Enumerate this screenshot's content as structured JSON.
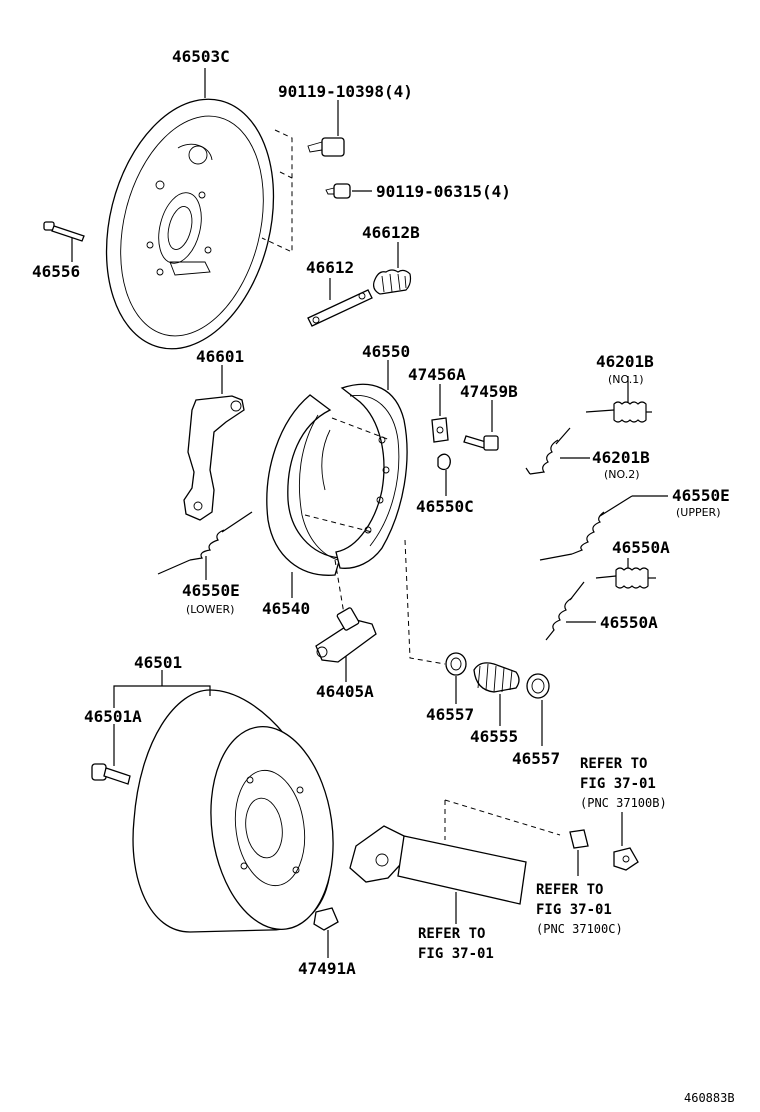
{
  "labels": {
    "p46503C": "46503C",
    "p90119_10398": "90119-10398(4)",
    "p90119_06315": "90119-06315(4)",
    "p46556": "46556",
    "p46612B": "46612B",
    "p46612": "46612",
    "p46601": "46601",
    "p46550": "46550",
    "p47456A": "47456A",
    "p47459B": "47459B",
    "p46201B_1": "46201B",
    "p46201B_1_sub": "(NO.1)",
    "p46201B_2": "46201B",
    "p46201B_2_sub": "(NO.2)",
    "p46550C": "46550C",
    "p46550E_upper": "46550E",
    "p46550E_upper_sub": "(UPPER)",
    "p46550A_1": "46550A",
    "p46550A_2": "46550A",
    "p46550E_lower": "46550E",
    "p46550E_lower_sub": "(LOWER)",
    "p46540": "46540",
    "p46501": "46501",
    "p46501A": "46501A",
    "p46405A": "46405A",
    "p46557_1": "46557",
    "p46555": "46555",
    "p46557_2": "46557",
    "p47491A": "47491A"
  },
  "refs": {
    "ref1_line1": "REFER TO",
    "ref1_line2": "FIG 37-01",
    "ref1_line3": "(PNC 37100B)",
    "ref2_line1": "REFER TO",
    "ref2_line2": "FIG 37-01",
    "ref2_line3": "(PNC 37100C)",
    "ref3_line1": "REFER TO",
    "ref3_line2": "FIG 37-01"
  },
  "figure_id": "460883B"
}
